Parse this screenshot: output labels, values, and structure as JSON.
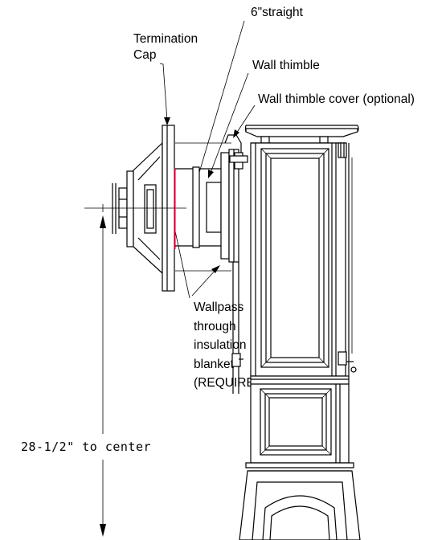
{
  "labels": {
    "straight": "6\"straight",
    "termination_line1": "Termination",
    "termination_line2": "Cap",
    "wall_thimble": "Wall thimble",
    "wall_thimble_cover": "Wall thimble cover (optional)",
    "wallpass_line1": "Wallpass",
    "wallpass_line2": "through",
    "wallpass_line3": "insulation",
    "wallpass_line4": "blanket",
    "wallpass_line5": "(REQUIRED)",
    "dimension": "28-1/2\" to center"
  },
  "colors": {
    "line": "#000000",
    "insulation": "#d2003a",
    "background": "#ffffff"
  }
}
